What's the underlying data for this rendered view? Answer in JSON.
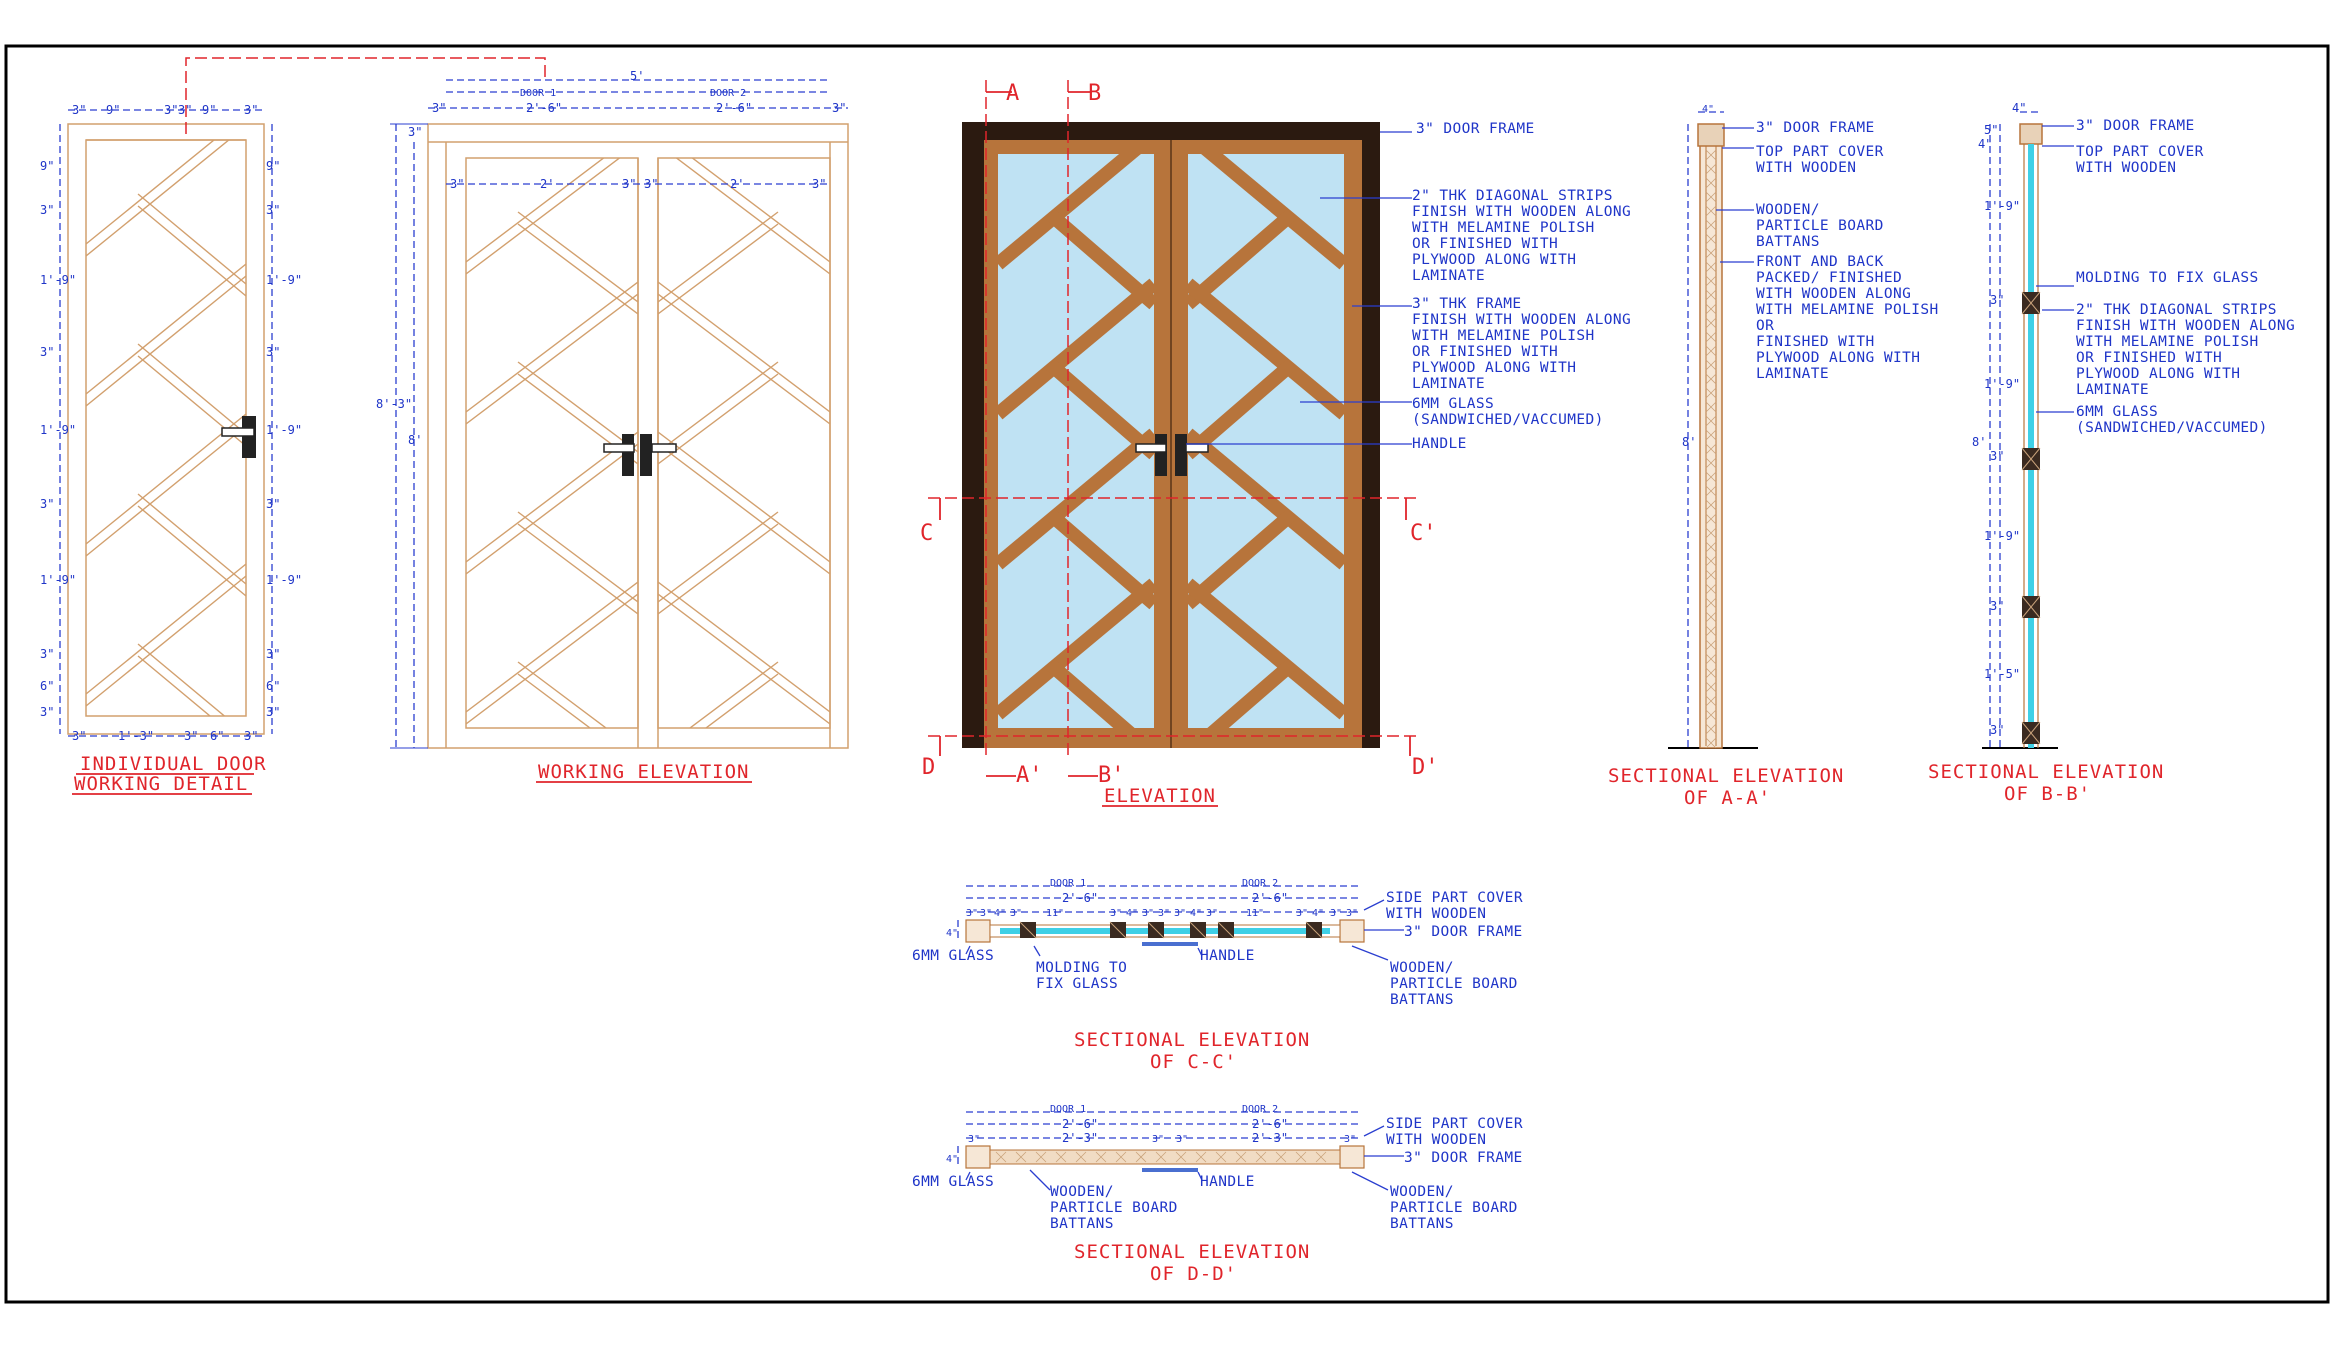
{
  "colors": {
    "frame_dark": "#2b1a10",
    "wood": "#b7743b",
    "glass": "#bfe2f3",
    "annotation_blue": "#1f35c8",
    "title_red": "#e0252b",
    "line_tan": "#d2a06e"
  },
  "titles": {
    "individual_line1": "INDIVIDUAL DOOR",
    "individual_line2": "WORKING DETAIL",
    "working": "WORKING ELEVATION",
    "elevation": "ELEVATION",
    "sec_aa_line1": "SECTIONAL ELEVATION",
    "sec_aa_line2": "OF A-A'",
    "sec_bb_line1": "SECTIONAL ELEVATION",
    "sec_bb_line2": "OF B-B'",
    "sec_cc_line1": "SECTIONAL ELEVATION",
    "sec_cc_line2": "OF C-C'",
    "sec_dd_line1": "SECTIONAL ELEVATION",
    "sec_dd_line2": "OF D-D'"
  },
  "section_marks": {
    "a": "A",
    "a_prime": "A'",
    "b": "B",
    "b_prime": "B'",
    "c": "C",
    "c_prime": "C'",
    "d": "D",
    "d_prime": "D'"
  },
  "elevation_notes": {
    "frame": "3\" DOOR FRAME",
    "strips": [
      "2\" THK DIAGONAL STRIPS",
      "FINISH WITH WOODEN ALONG",
      "WITH MELAMINE POLISH",
      "OR FINISHED WITH",
      "PLYWOOD ALONG WITH",
      "LAMINATE"
    ],
    "thk_frame": [
      "3\" THK FRAME",
      "FINISH WITH WOODEN ALONG",
      "WITH MELAMINE POLISH",
      "OR FINISHED WITH",
      "PLYWOOD ALONG WITH",
      "LAMINATE"
    ],
    "glass": [
      "6MM GLASS",
      "(SANDWICHED/VACCUMED)"
    ],
    "handle": "HANDLE"
  },
  "sec_aa_notes": {
    "frame": "3\" DOOR FRAME",
    "top_cover": [
      "TOP PART COVER",
      "WITH WOODEN"
    ],
    "battans": [
      "WOODEN/",
      "PARTICLE BOARD",
      "BATTANS"
    ],
    "front_back": [
      "FRONT AND BACK",
      "PACKED/ FINISHED",
      "WITH WOODEN ALONG",
      "WITH MELAMINE POLISH",
      "OR",
      "FINISHED WITH",
      "PLYWOOD ALONG WITH",
      "LAMINATE"
    ],
    "dim_top": "4\"",
    "dim_height": "8'"
  },
  "sec_bb_notes": {
    "frame": "3\" DOOR FRAME",
    "top_cover": [
      "TOP PART COVER",
      "WITH WOODEN"
    ],
    "molding": "MOLDING TO FIX GLASS",
    "strips": [
      "2\" THK DIAGONAL STRIPS",
      "FINISH WITH WOODEN ALONG",
      "WITH MELAMINE POLISH",
      "OR FINISHED WITH",
      "PLYWOOD ALONG WITH",
      "LAMINATE"
    ],
    "glass": [
      "6MM GLASS",
      "(SANDWICHED/VACCUMED)"
    ],
    "dims": [
      "4\"",
      "5\"",
      "4\"",
      "1'-9\"",
      "3\"",
      "1'-9\"",
      "3\"",
      "1'-9\"",
      "3\"",
      "1'-5\"",
      "3\"",
      "8'"
    ]
  },
  "individual_dims": {
    "top": [
      "3\"",
      "9\"",
      "3\"",
      "3\"",
      "9\"",
      "3\""
    ],
    "bottom": [
      "3\"",
      "1'-3\"",
      "3\"",
      "6\"",
      "3\""
    ],
    "left": [
      "9\"",
      "3\"",
      "1'-9\"",
      "3\"",
      "1'-9\"",
      "3\"",
      "1'-9\"",
      "3\"",
      "6\"",
      "3\""
    ],
    "right": [
      "9\"",
      "3\"",
      "1'-9\"",
      "3\"",
      "1'-9\"",
      "3\"",
      "1'-9\"",
      "3\"",
      "6\"",
      "3\""
    ]
  },
  "working_dims": {
    "overall": "5'",
    "door1": "DOOR 1",
    "door2": "DOOR 2",
    "leaf1": "2'-6\"",
    "leaf2": "2'-6\"",
    "frame_left": "3\"",
    "frame_right": "3\"",
    "inner": [
      "3\"",
      "2'",
      "3\"",
      "3\"",
      "2'",
      "3\""
    ],
    "height_outer": "8'-3\"",
    "height_inner": "8'",
    "top_frame": "3\""
  },
  "sec_cc": {
    "door1": "DOOR 1",
    "door2": "DOOR 2",
    "leaf1": "2'-6\"",
    "leaf2": "2'-6\"",
    "small_dims": [
      "3\"",
      "3\"",
      "4\"",
      "3\"",
      "11\"",
      "3\"",
      "4\"",
      "3\"",
      "3\"",
      "3\"",
      "4\"",
      "3\"",
      "11\"",
      "3\"",
      "4\"",
      "3\"",
      "3\""
    ],
    "depth": "4\"",
    "notes": {
      "side_cover": [
        "SIDE PART COVER",
        "WITH WOODEN"
      ],
      "frame": "3\" DOOR FRAME",
      "handle": "HANDLE",
      "glass": "6MM GLASS",
      "molding": [
        "MOLDING TO",
        "FIX GLASS"
      ],
      "battans": [
        "WOODEN/",
        "PARTICLE BOARD",
        "BATTANS"
      ]
    }
  },
  "sec_dd": {
    "door1": "DOOR 1",
    "door2": "DOOR 2",
    "leaf1": "2'-6\"",
    "leaf2": "2'-6\"",
    "inner1": "2'-3\"",
    "inner2": "2'-3\"",
    "small_dims": [
      "3\"",
      "3\"",
      "3\"",
      "3\""
    ],
    "depth": "4\"",
    "notes": {
      "side_cover": [
        "SIDE PART COVER",
        "WITH WOODEN"
      ],
      "frame": "3\" DOOR FRAME",
      "handle": "HANDLE",
      "glass": "6MM GLASS",
      "battans_mid": [
        "WOODEN/",
        "PARTICLE BOARD",
        "BATTANS"
      ],
      "battans_right": [
        "WOODEN/",
        "PARTICLE BOARD",
        "BATTANS"
      ]
    }
  }
}
